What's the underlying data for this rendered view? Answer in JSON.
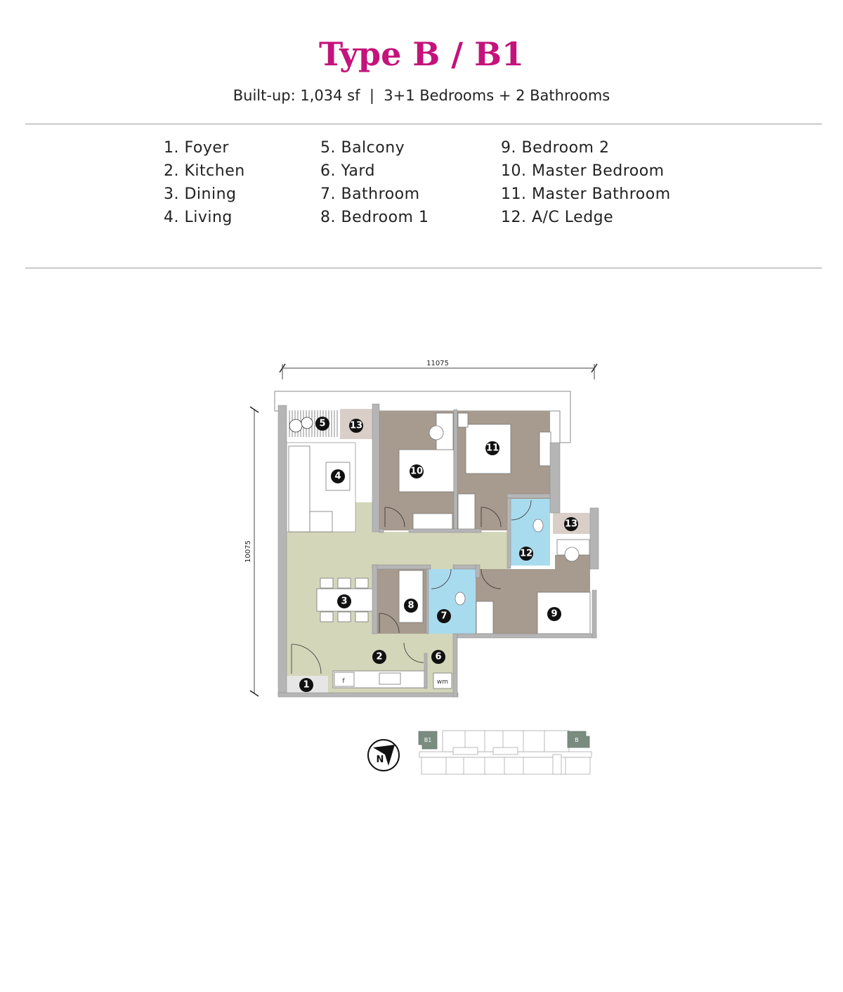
{
  "header": {
    "title": "Type B / B1",
    "subtitle": "Built-up: 1,034 sf  |  3+1 Bedrooms + 2 Bathrooms"
  },
  "legend": [
    "1. Foyer",
    "2. Kitchen",
    "3. Dining",
    "4. Living",
    "5. Balcony",
    "6. Yard",
    "7. Bathroom",
    "8. Bedroom 1",
    "9. Bedroom 2",
    "10. Master Bedroom",
    "11. Master Bathroom",
    "12. A/C Ledge"
  ],
  "floorplan": {
    "width_dim": "11075",
    "height_dim": "10075",
    "markers": [
      "1",
      "2",
      "3",
      "4",
      "5",
      "6",
      "7",
      "8",
      "9",
      "10",
      "11",
      "12",
      "13",
      "13"
    ],
    "fridge_label": "f",
    "washer_label": "wm",
    "colors": {
      "living": "#d3d6b9",
      "bedroom": "#a79a8e",
      "bath": "#a9dbef",
      "ledge": "#d9cfc8",
      "wall": "#b5b5b5",
      "title": "#c4137a",
      "keyplan_unit": "#7a8c80"
    }
  },
  "keyplan": {
    "unit_left": "B1",
    "unit_right": "B",
    "north_label": "N"
  }
}
